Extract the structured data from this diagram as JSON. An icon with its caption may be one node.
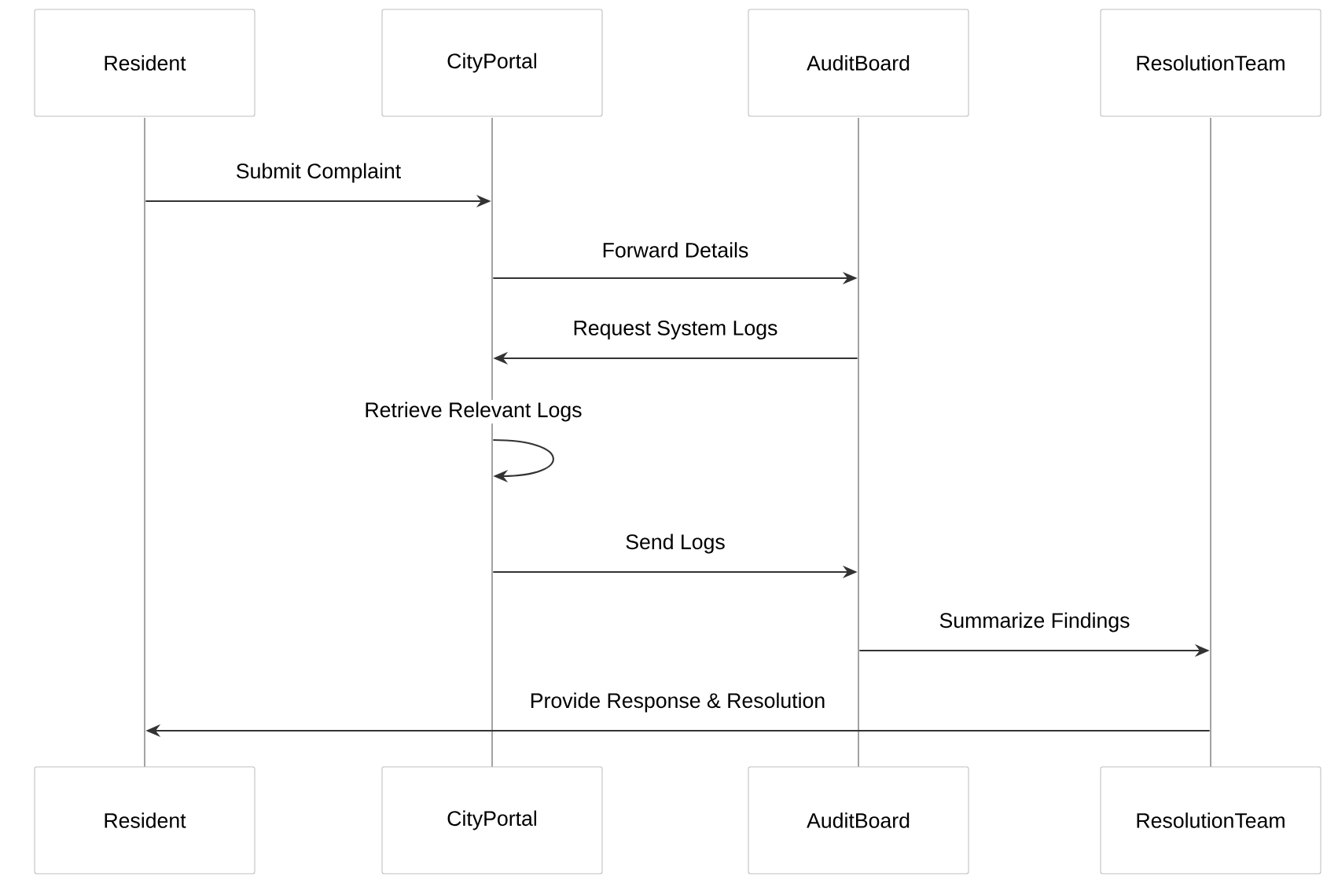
{
  "diagram": {
    "nodes": [
      {
        "text": [
          "Resident"
        ]
      },
      {
        "text": [
          "CityPortal"
        ]
      },
      {
        "text": [
          "AuditBoard"
        ]
      },
      {
        "text": [
          "ResolutionTeam"
        ]
      },
      {
        "text": [],
        "shape": "line"
      },
      {
        "text": [],
        "shape": "line"
      },
      {
        "text": [],
        "shape": "line"
      },
      {
        "text": [],
        "shape": "line"
      },
      {
        "text": [
          "Resident"
        ]
      },
      {
        "text": [
          "CityPortal"
        ]
      },
      {
        "text": [
          "AuditBoard"
        ]
      },
      {
        "text": [
          "ResolutionTeam"
        ]
      }
    ],
    "edges": [
      {
        "from": 4,
        "to": 5,
        "arrow": "to",
        "label": "Submit Complaint"
      },
      {
        "from": 5,
        "to": 6,
        "arrow": "to",
        "label": "Forward Details"
      },
      {
        "from": 6,
        "to": 5,
        "arrow": "to",
        "label": "Request System Logs"
      },
      {
        "from": 5,
        "to": 5,
        "arrow": "to",
        "label": "Retrieve Relevant Logs"
      },
      {
        "from": 5,
        "to": 6,
        "arrow": "to",
        "label": "Send Logs"
      },
      {
        "from": 6,
        "to": 7,
        "arrow": "to",
        "label": "Summarize Findings"
      },
      {
        "from": 7,
        "to": 4,
        "arrow": "to",
        "label": "Provide Response & Resolution"
      }
    ]
  }
}
